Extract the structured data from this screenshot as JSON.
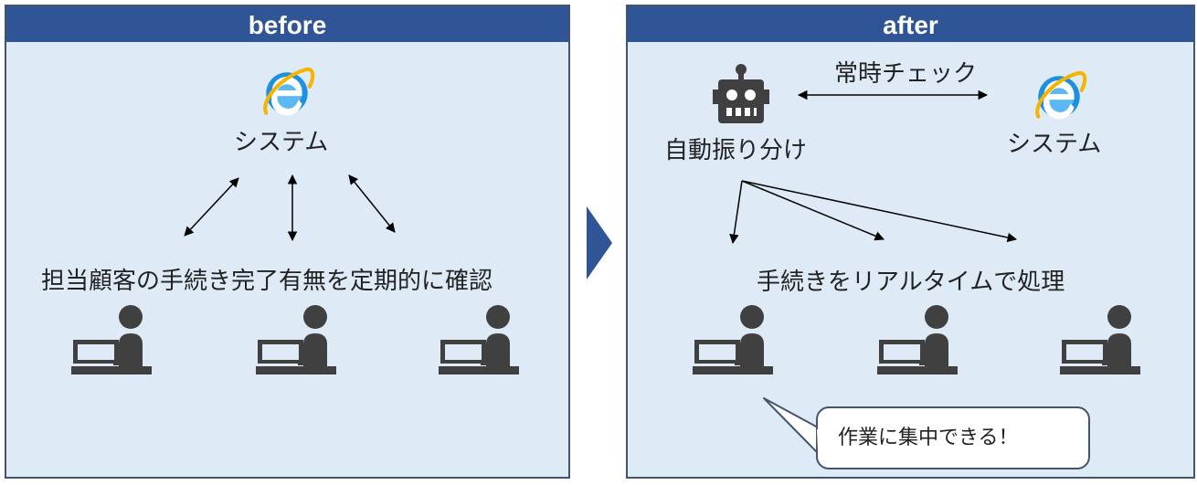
{
  "before": {
    "header": "before",
    "system_label": "システム",
    "task_label": "担当顧客の手続き完了有無を定期的に確認"
  },
  "after": {
    "header": "after",
    "check_label": "常時チェック",
    "robot_label": "自動振り分け",
    "system_label": "システム",
    "task_label": "手続きをリアルタイムで処理",
    "bubble_text": "作業に集中できる！"
  },
  "icons": {
    "browser": "internet-explorer-icon",
    "robot": "robot-icon",
    "worker": "person-at-computer-icon",
    "chevron": "chevron-right-icon"
  },
  "colors": {
    "header_bg": "#2f5597",
    "panel_bg": "#deebf7",
    "border": "#44546a",
    "icon_dark": "#404040"
  }
}
